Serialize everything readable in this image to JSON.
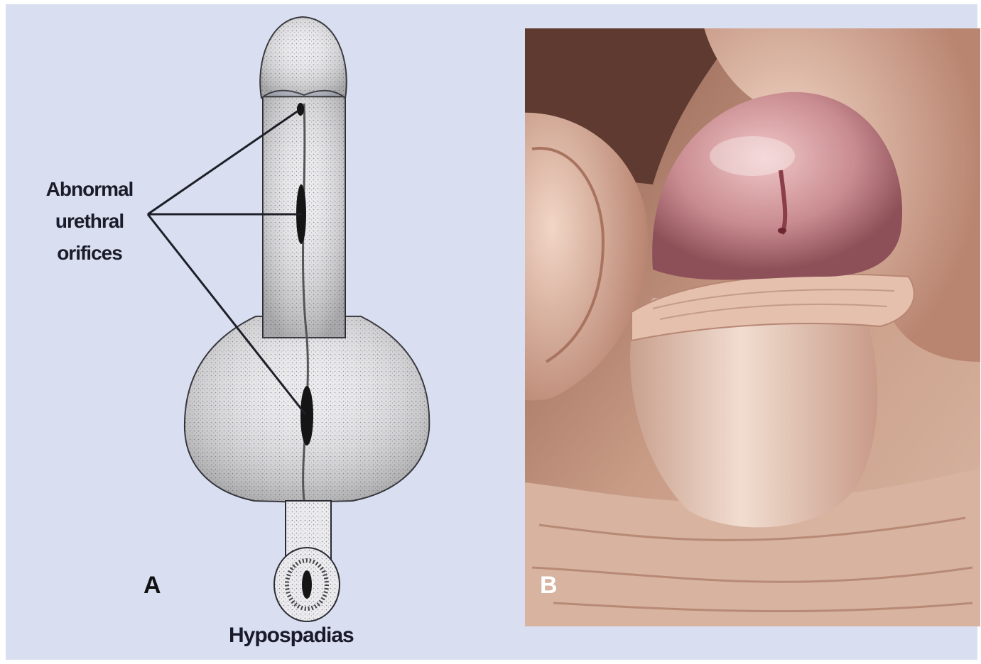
{
  "panel_a": {
    "label": "A",
    "callout_lines": [
      "Abnormal",
      "urethral",
      "orifices"
    ],
    "caption": "Hypospadias"
  },
  "panel_b": {
    "label": "B"
  },
  "colors": {
    "background": "#d9dff0",
    "skin_tone": "#e8c9b6",
    "glans": "#c98c90"
  }
}
